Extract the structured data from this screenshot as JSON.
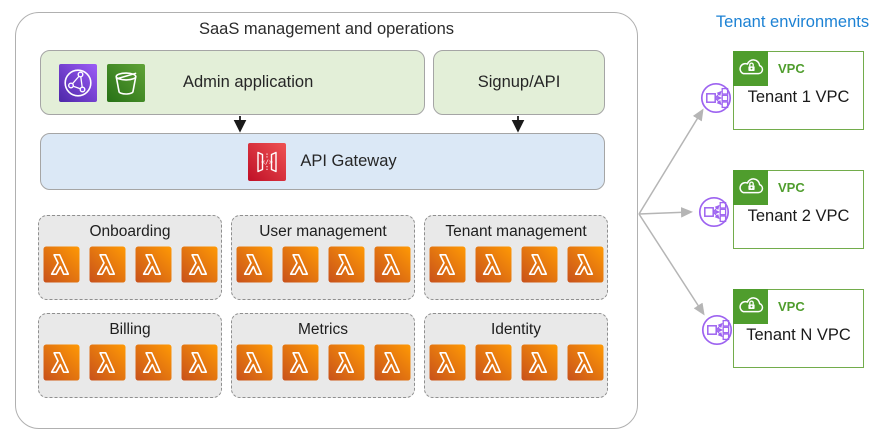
{
  "colors": {
    "accent_blue_title": "#1d82d4",
    "panel_green": "#e3efd8",
    "panel_blue": "#dbe8f6",
    "group_gray": "#e9e9e9",
    "lambda_orange_start": "#c8511b",
    "lambda_orange_end": "#ff9904",
    "api_gateway_red_start": "#bf0f27",
    "api_gateway_red_end": "#ef5353",
    "cloudfront_purple_start": "#4d27a8",
    "cloudfront_purple_end": "#9c5cf7",
    "s3_green_start": "#277116",
    "s3_green_end": "#60a337",
    "vpc_green": "#4f9d2d",
    "vpc_box_border": "#72ac4b",
    "routing_purple": "#9d63f0",
    "connector_gray": "#b5b5b5",
    "connector_black": "#1a1a1a"
  },
  "saas_box": {
    "title": "SaaS management and operations",
    "admin_application": {
      "label": "Admin application"
    },
    "signup_api": {
      "label": "Signup/API"
    },
    "api_gateway": {
      "label": "API Gateway"
    },
    "lambda_groups": [
      {
        "label": "Onboarding",
        "lambda_count": 4
      },
      {
        "label": "User management",
        "lambda_count": 4
      },
      {
        "label": "Tenant management",
        "lambda_count": 4
      },
      {
        "label": "Billing",
        "lambda_count": 4
      },
      {
        "label": "Metrics",
        "lambda_count": 4
      },
      {
        "label": "Identity",
        "lambda_count": 4
      }
    ]
  },
  "tenant_panel": {
    "title": "Tenant environments",
    "tenants": [
      {
        "tag": "VPC",
        "label": "Tenant 1 VPC"
      },
      {
        "tag": "VPC",
        "label": "Tenant 2 VPC"
      },
      {
        "tag": "VPC",
        "label": "Tenant N VPC"
      }
    ]
  },
  "icons": {
    "admin_application": [
      "cloudfront-icon",
      "s3-bucket-icon"
    ],
    "api_gateway": "api-gateway-icon",
    "lambda": "lambda-icon",
    "tenant_router": "vpc-routing-icon",
    "vpc_badge": "vpc-cloud-lock-icon"
  }
}
